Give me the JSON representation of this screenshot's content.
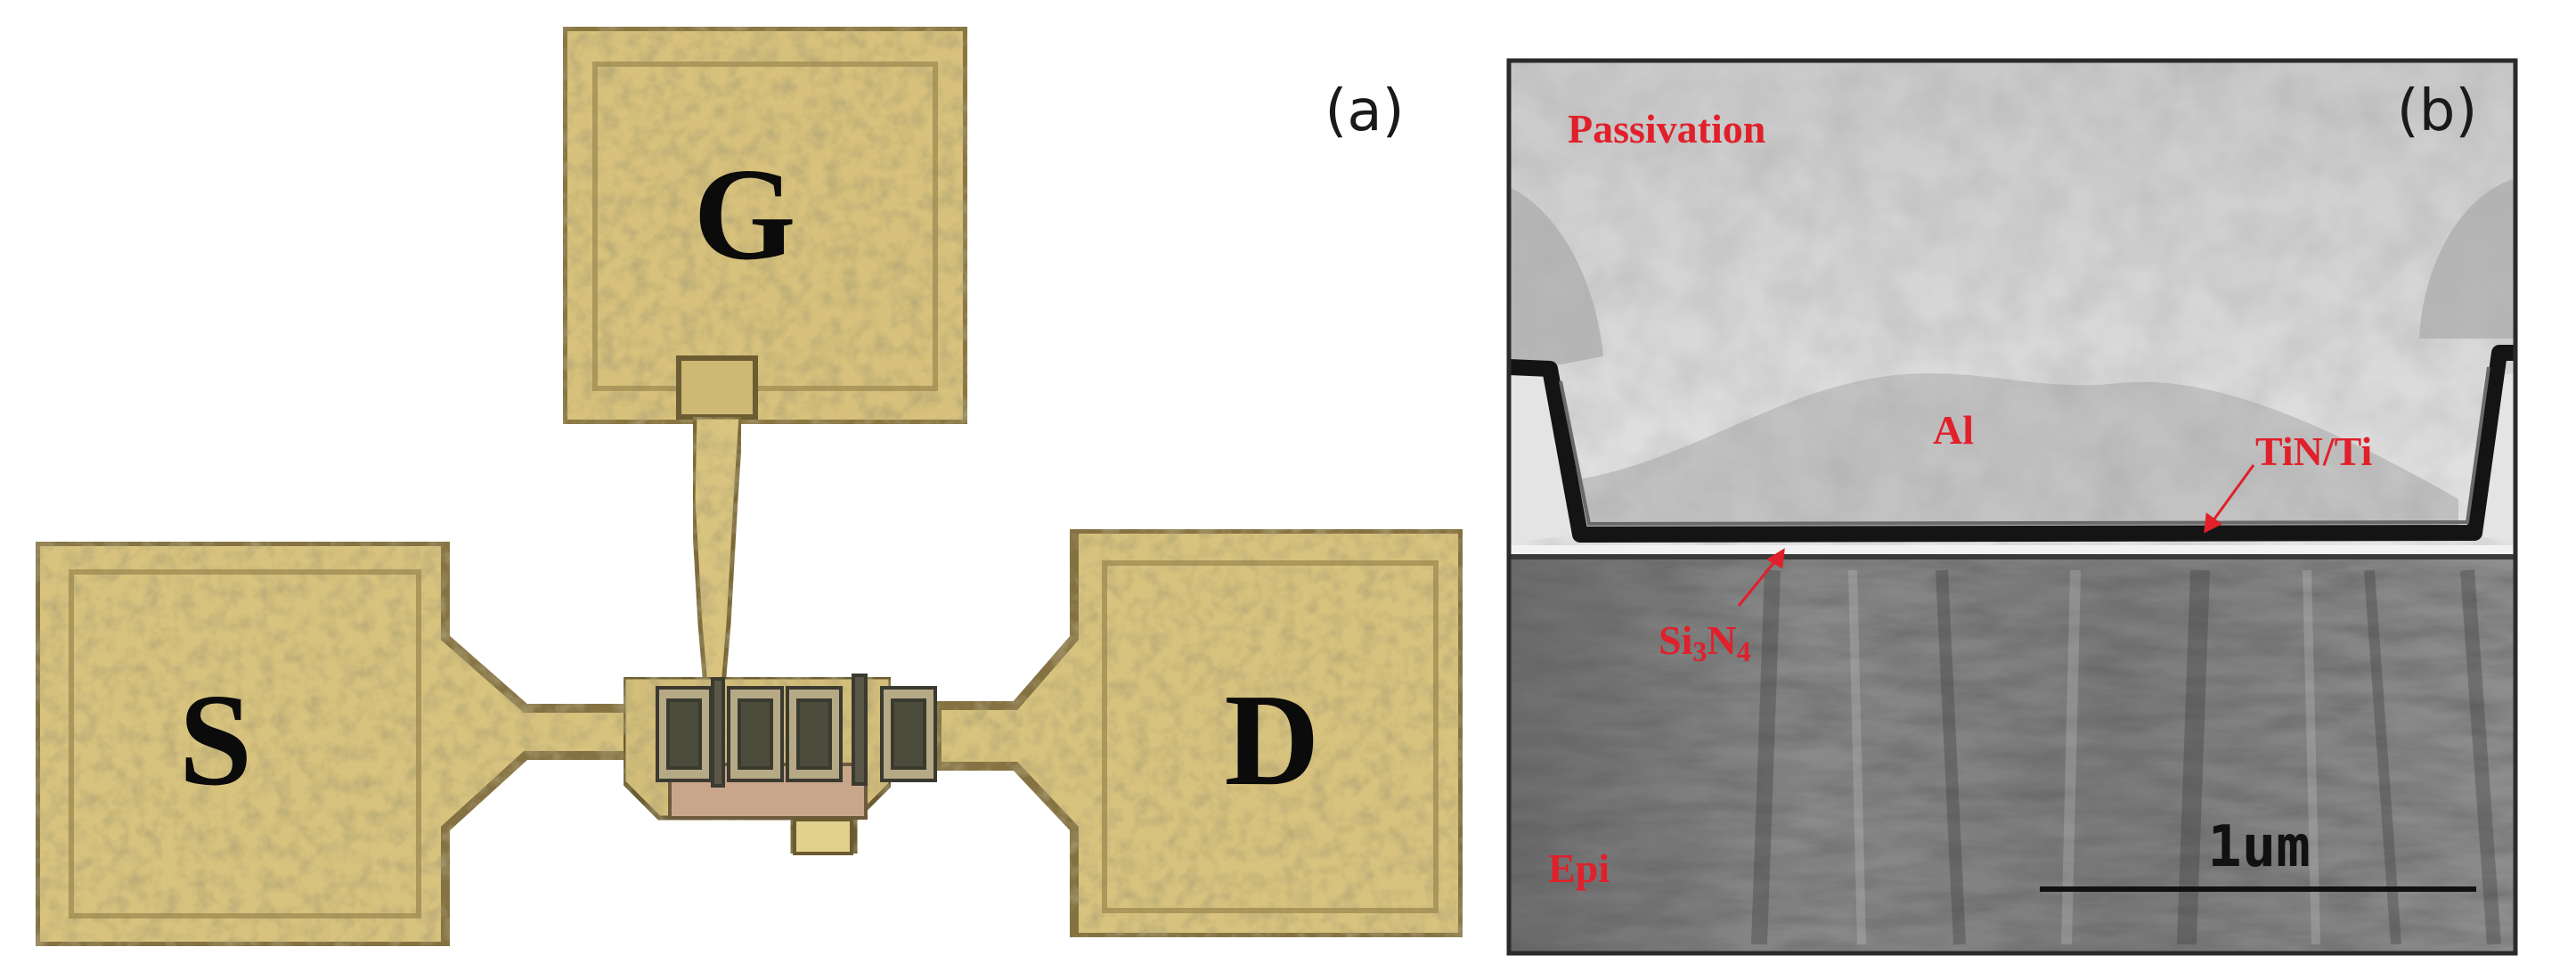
{
  "panel_a": {
    "label": "(a)",
    "pads": {
      "gate": "G",
      "source": "S",
      "drain": "D"
    }
  },
  "panel_b": {
    "label": "(b)",
    "layers": {
      "passivation": "Passivation",
      "aluminum": "Al",
      "barrier": "TiN/Ti",
      "nitride": "Si3N4",
      "nitride_main": "Si",
      "nitride_sub_3": "3",
      "nitride_mid": "N",
      "nitride_sub_4": "4",
      "epi": "Epi"
    },
    "scale_bar_label": "1um"
  },
  "colors": {
    "pad_gold": "#d6c07a",
    "pad_border": "#7e6b3c",
    "tem_label_red": "#e0202a"
  }
}
